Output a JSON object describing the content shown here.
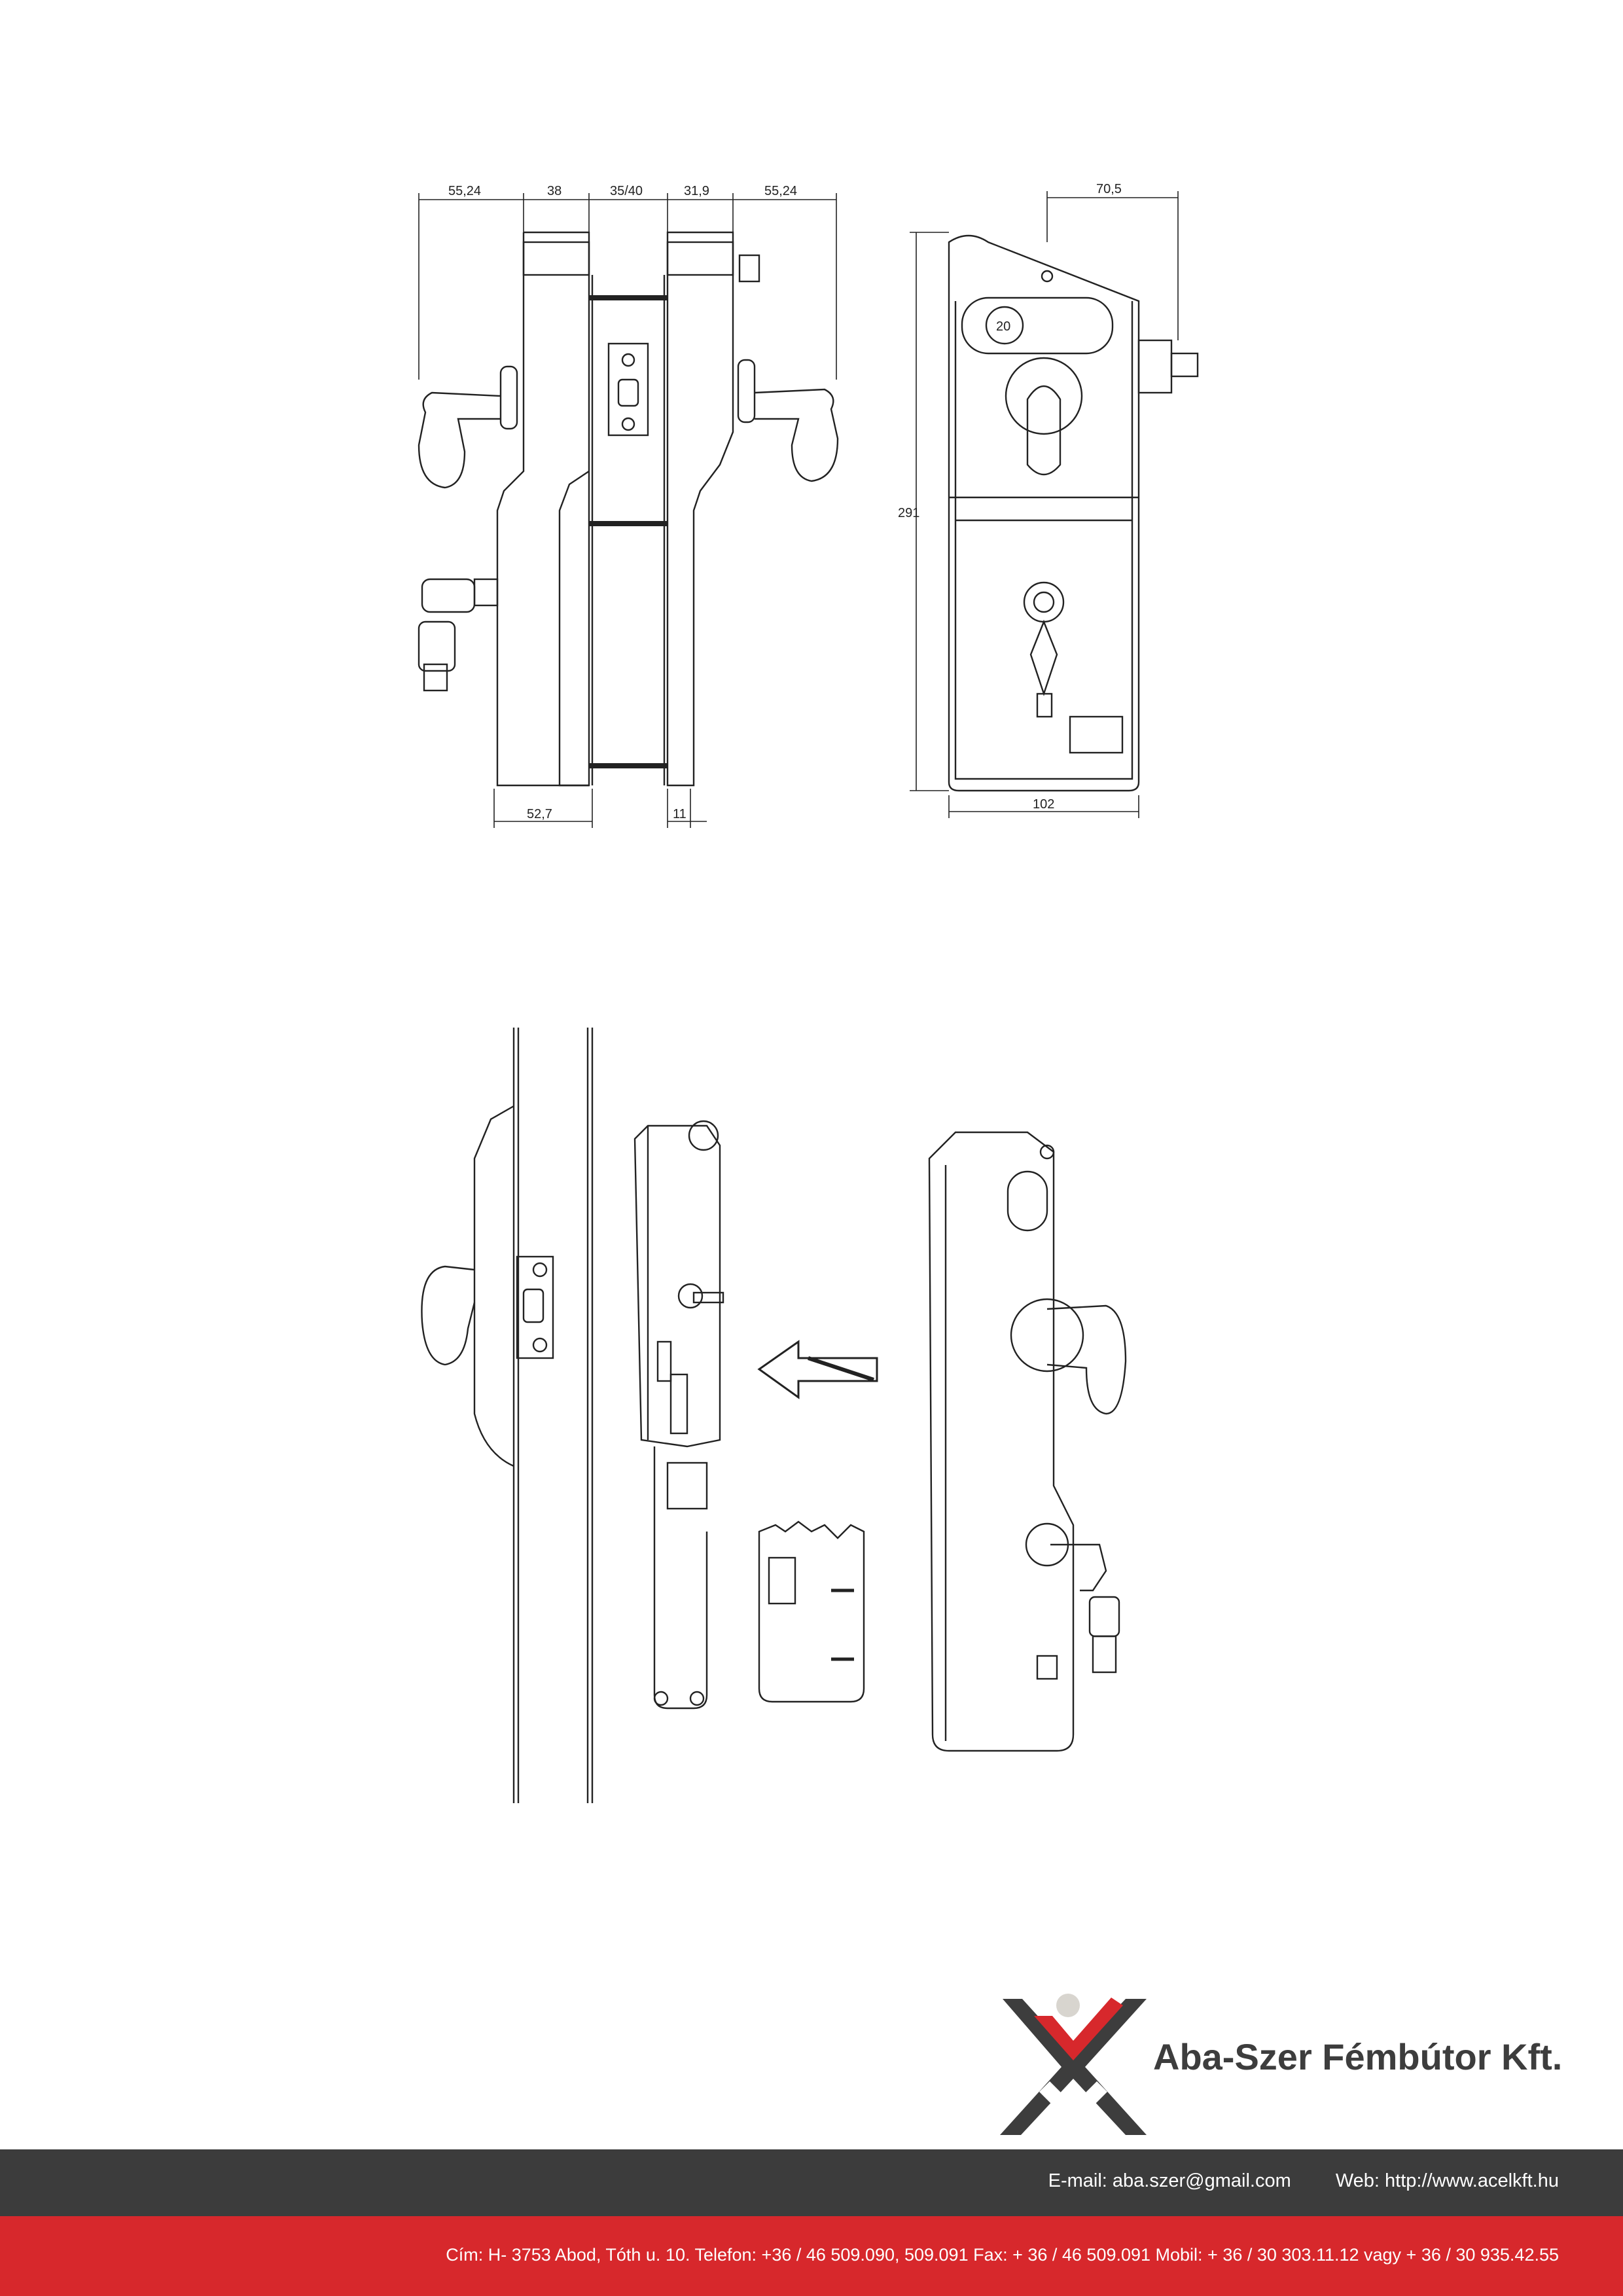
{
  "drawing": {
    "dimensions_side": [
      "55,24",
      "38",
      "35/40",
      "31,9",
      "55,24"
    ],
    "dimensions_bottom": [
      "52,7",
      "11"
    ],
    "dimension_height": "291",
    "dimension_width_bottom": "102",
    "dimension_width_top": "70,5",
    "product_badge": "20"
  },
  "company": {
    "name": "Aba-Szer Fémbútor Kft.",
    "email": "E-mail: aba.szer@gmail.com",
    "web": "Web: http://www.acelkft.hu",
    "address_line": "Cím: H- 3753 Abod, Tóth u. 10.   Telefon:  +36  / 46  509.090,  509.091  Fax: + 36  / 46  509.091   Mobil:  + 36 / 30  303.11.12   vagy  + 36  / 30  935.42.55"
  },
  "colors": {
    "logo_red": "#d7282c",
    "logo_dark": "#3d3d3d",
    "logo_dot": "#d8d5cf",
    "footer_dark": "#3c3c3c",
    "footer_red": "#d7282c"
  }
}
